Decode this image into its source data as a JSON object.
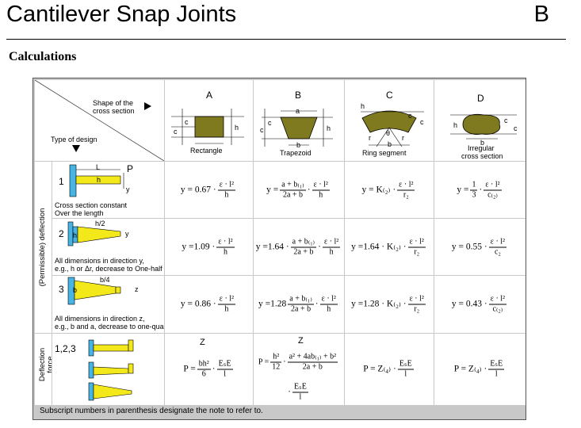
{
  "header": {
    "title": "Cantilever Snap Joints",
    "letter": "B",
    "subtitle": "Calculations"
  },
  "corner": {
    "shape_label_1": "Shape of the",
    "shape_label_2": "cross section",
    "design_label": "Type of design"
  },
  "columns": [
    {
      "letter": "A",
      "name": "Rectangle",
      "dims": [
        "c",
        "c",
        "h"
      ]
    },
    {
      "letter": "B",
      "name": "Trapezoid",
      "dims": [
        "a",
        "c",
        "c",
        "h",
        "b"
      ],
      "sub_c": "1",
      "sub_c2": "2"
    },
    {
      "letter": "C",
      "name": "Ring segment",
      "dims": [
        "h",
        "c",
        "c",
        "r",
        "θ",
        "r",
        "b"
      ],
      "sub_1": "2",
      "sub_2": "1"
    },
    {
      "letter": "D",
      "name_1": "Irregular",
      "name_2": "cross section",
      "dims": [
        "h",
        "c",
        "c",
        "b"
      ],
      "sub_1": "2",
      "sub_2": "1"
    }
  ],
  "side_labels": {
    "deflection": "(Permissible) deflection",
    "force_1": "Deflection",
    "force_2": "force"
  },
  "rows": [
    {
      "num": "1",
      "desc_1": "Cross section constant",
      "desc_2": "Over the length",
      "dims": [
        "L",
        "P",
        "h",
        "y"
      ]
    },
    {
      "num": "2",
      "desc_1": "All dimensions in direction y,",
      "desc_2": "e.g., h or Δr,  decrease to One-half",
      "dims": [
        "h/2",
        "h",
        "y"
      ]
    },
    {
      "num": "3",
      "desc_1": "All dimensions in direction z,",
      "desc_2": "e.g., b and a, decrease to one-quarter",
      "dims": [
        "b/4",
        "b",
        "z"
      ]
    },
    {
      "num": "1,2,3"
    }
  ],
  "equations": {
    "r1": {
      "A": {
        "lhs": "y = 0.67 ·",
        "num": "ε · l²",
        "den": "h"
      },
      "B": {
        "lhs": "y =",
        "n1": "a + b₍₁₎",
        "d1": "2a + b",
        "n2": "ε · l²",
        "d2": "h"
      },
      "C": {
        "lhs": "y = K₍₂₎ ·",
        "num": "ε · l²",
        "den": "r₂"
      },
      "D": {
        "lhs": "y =",
        "n1": "1",
        "d1": "3",
        "n2": "ε · l²",
        "d2": "c₍₂₎"
      }
    },
    "r2": {
      "A": {
        "lhs": "y =1.09 ·",
        "num": "ε · l²",
        "den": "h"
      },
      "B": {
        "lhs": "y =1.64 ·",
        "n1": "a + b₍₁₎",
        "d1": "2a + b",
        "n2": "ε · l²",
        "d2": "h"
      },
      "C": {
        "lhs": "y =1.64 · K₍₂₎ ·",
        "num": "ε · l²",
        "den": "r₂"
      },
      "D": {
        "lhs": "y = 0.55 ·",
        "num": "ε · l²",
        "den": "c₂"
      }
    },
    "r3": {
      "A": {
        "lhs": "y = 0.86 ·",
        "num": "ε · l²",
        "den": "h"
      },
      "B": {
        "lhs": "y =1.28",
        "n1": "a + b₍₁₎",
        "d1": "2a + b",
        "n2": "ε · l²",
        "d2": "h"
      },
      "C": {
        "lhs": "y =1.28 · K₍₂₎ ·",
        "num": "ε · l²",
        "den": "r₂"
      },
      "D": {
        "lhs": "y = 0.43 ·",
        "num": "ε · l²",
        "den": "c₍₂₎"
      }
    },
    "r4": {
      "A": {
        "z": "Z",
        "lhs": "P =",
        "n1": "bh²",
        "d1": "6",
        "n2": "EₛE",
        "d2": "l"
      },
      "B": {
        "z": "Z",
        "lhs": "P =",
        "n1": "h²",
        "d1": "12",
        "n2": "a² + 4ab₍₁₎ + b²",
        "d2": "2a + b",
        "n3": "EₛE",
        "d3": "l",
        "dot": "·"
      },
      "C": {
        "lhs": "P = Z₍₄₎ ·",
        "num": "EₛE",
        "den": "l"
      },
      "D": {
        "lhs": "P = Z₍₄₎ ·",
        "num": "EₛE",
        "den": "l"
      }
    }
  },
  "footer": "Subscript numbers in parenthesis designate the note to refer to.",
  "colors": {
    "olive": "#7f7a1f",
    "yellow": "#f3e81a",
    "blue": "#48b4e4",
    "grid": "#c8c8c8"
  }
}
